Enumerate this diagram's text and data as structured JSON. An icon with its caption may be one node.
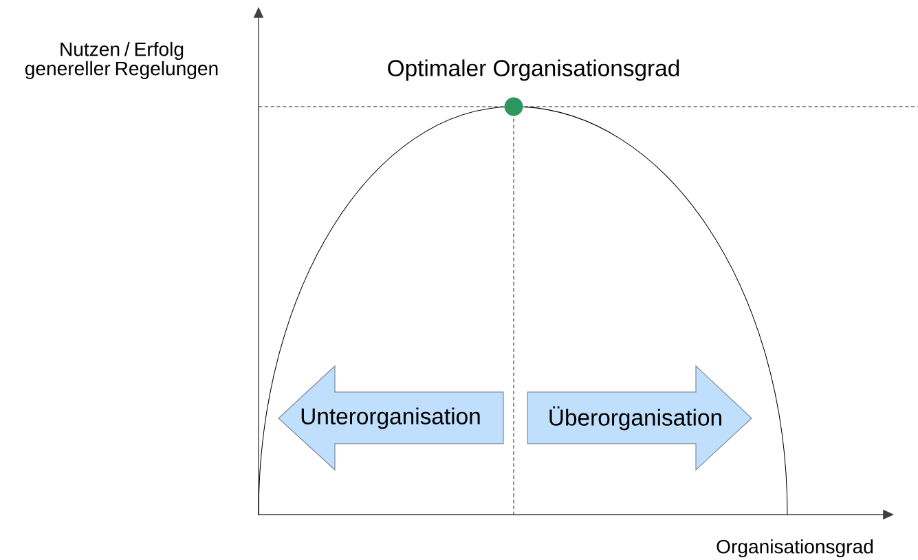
{
  "diagram": {
    "nodes": [
      {
        "text": [],
        "shape": "circle",
        "beside": [
          "Optimaler Organisationsgrad"
        ]
      },
      {
        "text": [
          "Unterorganisation"
        ]
      },
      {
        "text": [
          "Überorganisation"
        ]
      }
    ],
    "labels": [
      "Nutzen / Erfolg genereller Regelungen",
      "Organisationsgrad"
    ]
  }
}
